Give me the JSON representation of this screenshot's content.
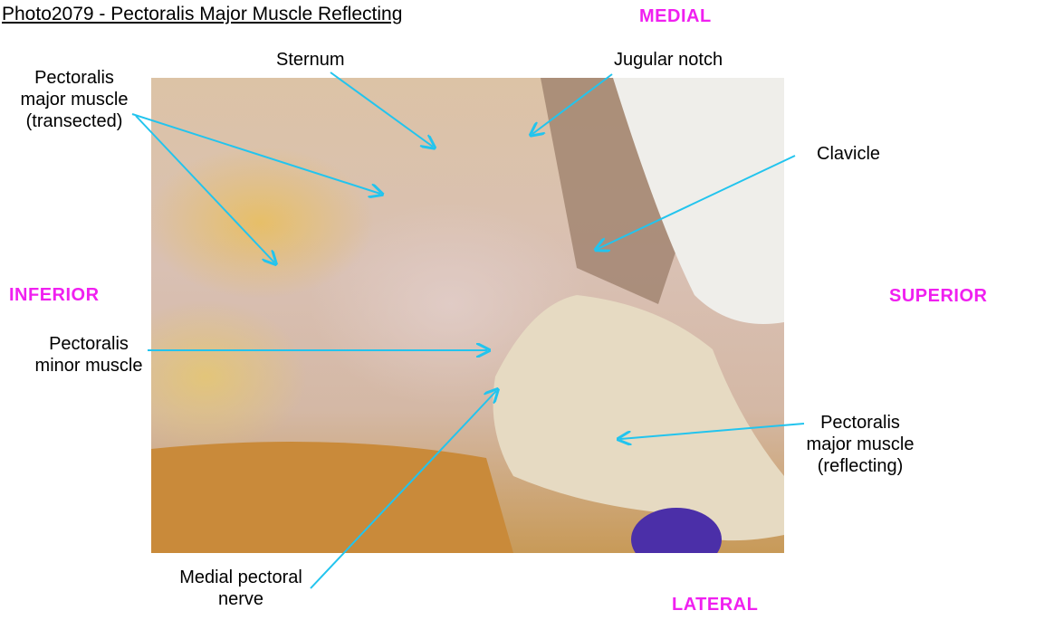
{
  "title": "Photo2079 - Pectoralis Major Muscle Reflecting",
  "directions": {
    "medial": "MEDIAL",
    "inferior": "INFERIOR",
    "superior": "SUPERIOR",
    "lateral": "LATERAL"
  },
  "labels": {
    "sternum": "Sternum",
    "jugular_notch": "Jugular notch",
    "pec_major_transected": [
      "Pectoralis",
      "major muscle",
      "(transected)"
    ],
    "clavicle": "Clavicle",
    "pec_minor": [
      "Pectoralis",
      "minor muscle"
    ],
    "pec_major_reflecting": [
      "Pectoralis",
      "major muscle",
      "(reflecting)"
    ],
    "medial_pectoral_nerve": [
      "Medial pectoral",
      "nerve"
    ]
  },
  "colors": {
    "leader": "#22c4ee",
    "direction": "#f020f0"
  }
}
